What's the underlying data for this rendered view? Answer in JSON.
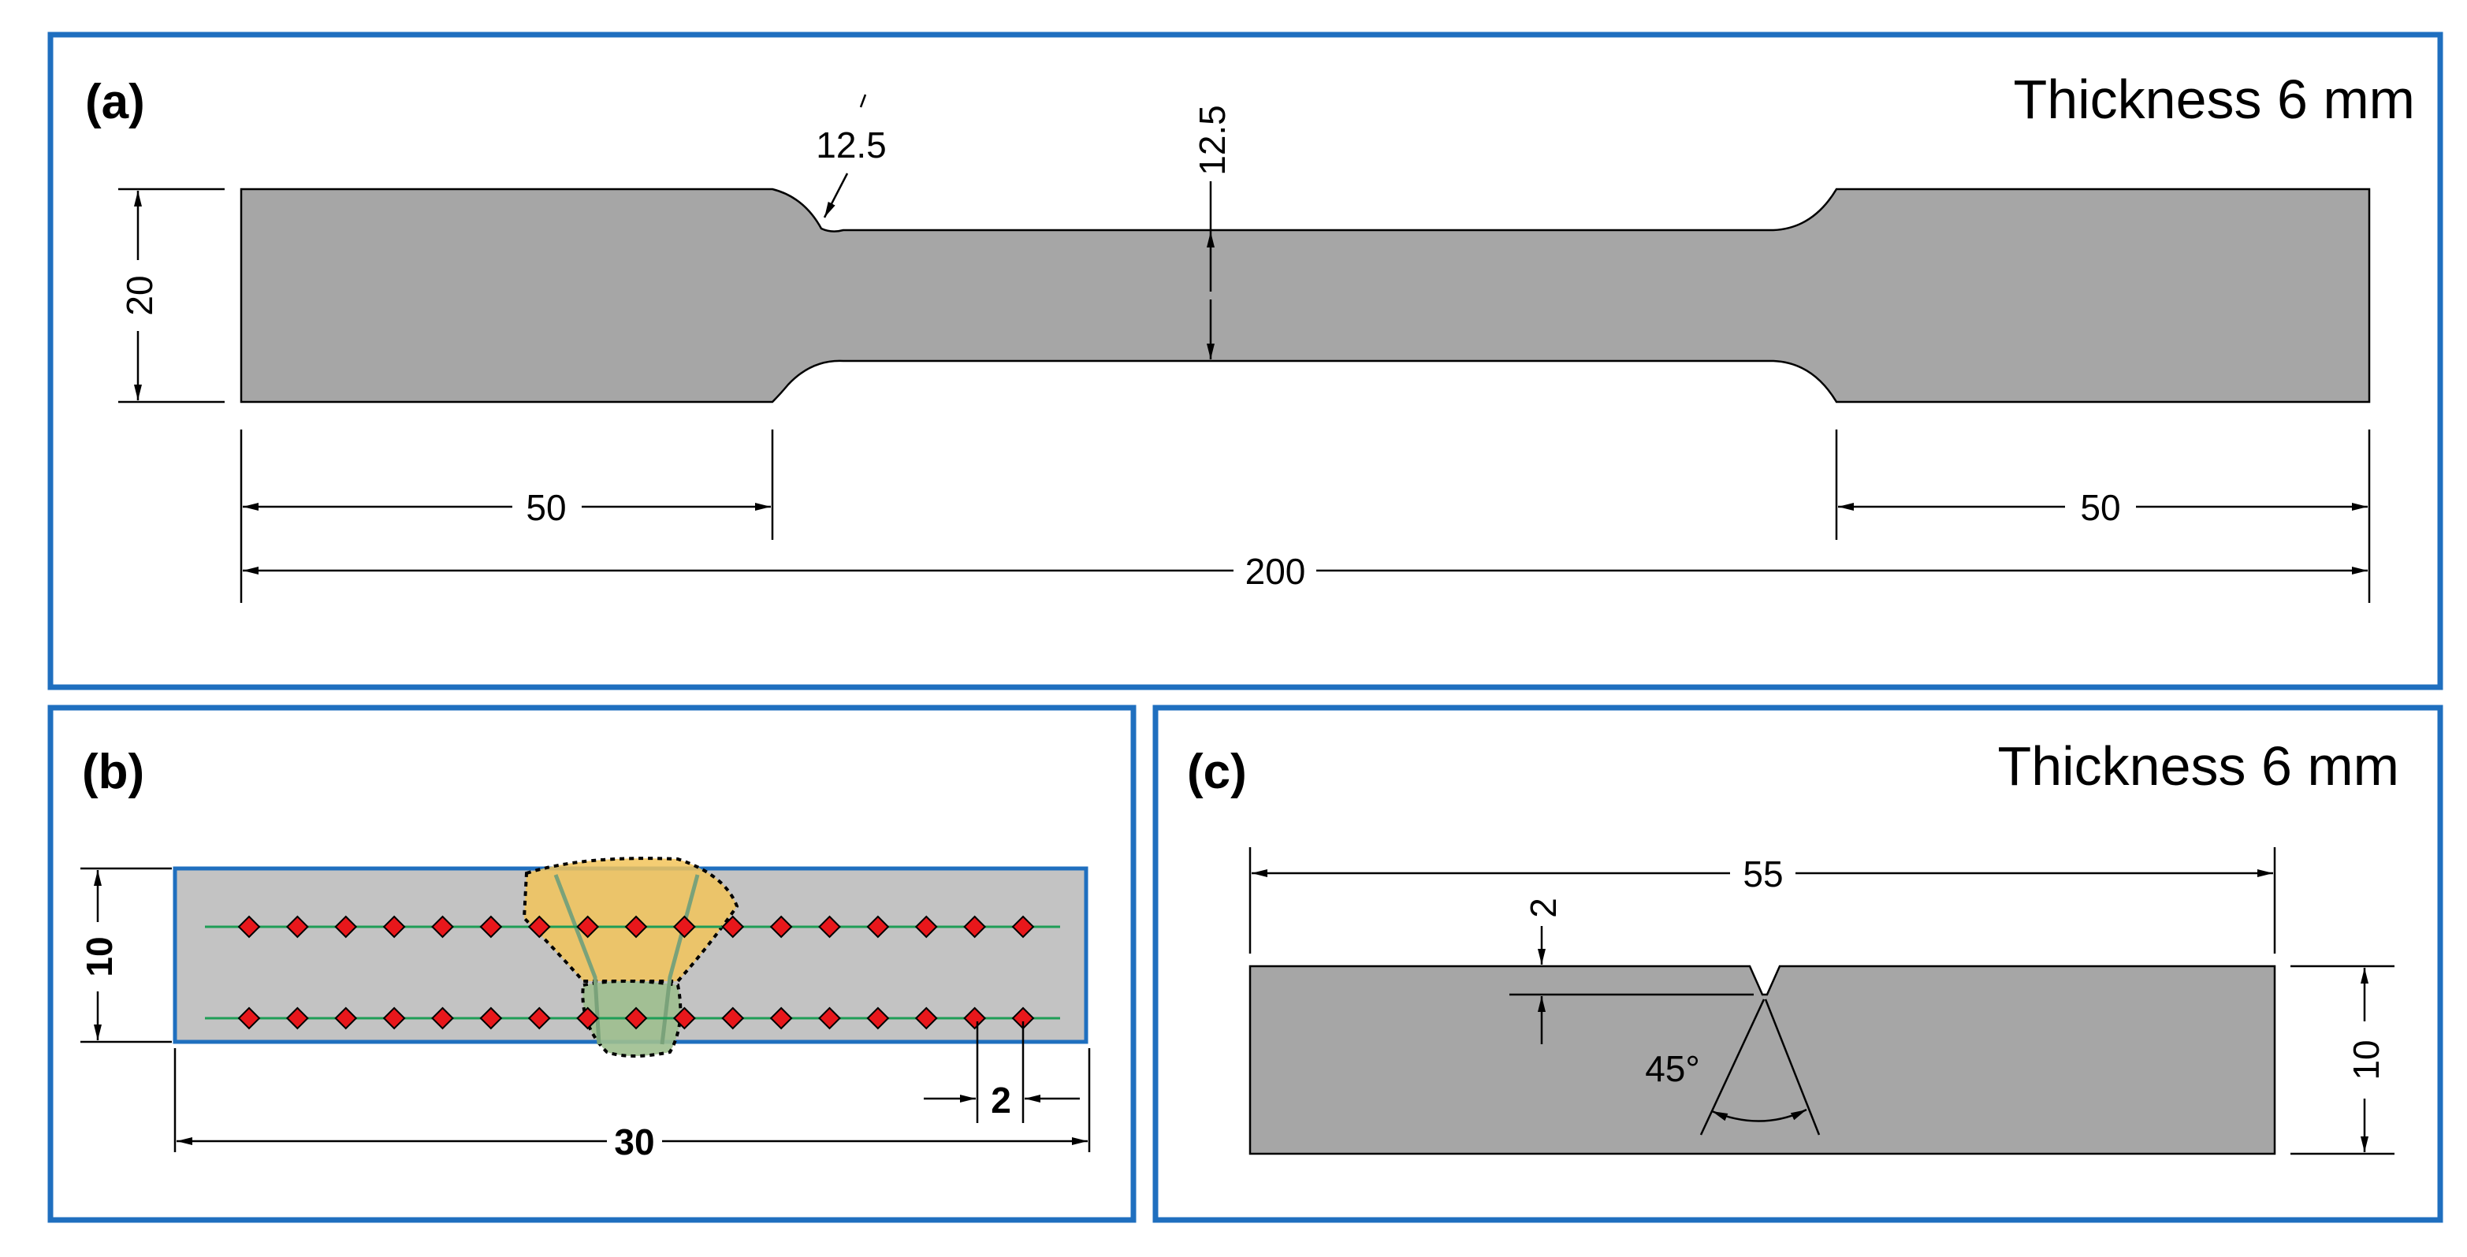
{
  "colors": {
    "frame": "#1f6fbf",
    "specimen_gray": "#a6a6a6",
    "hardness_block_gray": "#c3c3c3",
    "weld_top": "#f2c45a",
    "weld_root": "#9fbf8f",
    "indent_marker": "#e8171b",
    "indent_line": "#1f9e57"
  },
  "panel_a": {
    "label": "(a)",
    "thickness": "Thickness 6 mm",
    "dim_radius": "12.5",
    "dim_gauge_width": "12.5",
    "dim_grip_width": "20",
    "dim_grip_left": "50",
    "dim_grip_right": "50",
    "dim_total_length": "200"
  },
  "panel_b": {
    "label": "(b)",
    "dim_height": "10",
    "dim_width": "30",
    "dim_spacing": "2",
    "indent_rows": 2,
    "indents_per_row": 17
  },
  "panel_c": {
    "label": "(c)",
    "thickness": "Thickness 6 mm",
    "dim_length": "55",
    "dim_notch_depth": "2",
    "dim_height": "10",
    "dim_angle": "45°"
  }
}
